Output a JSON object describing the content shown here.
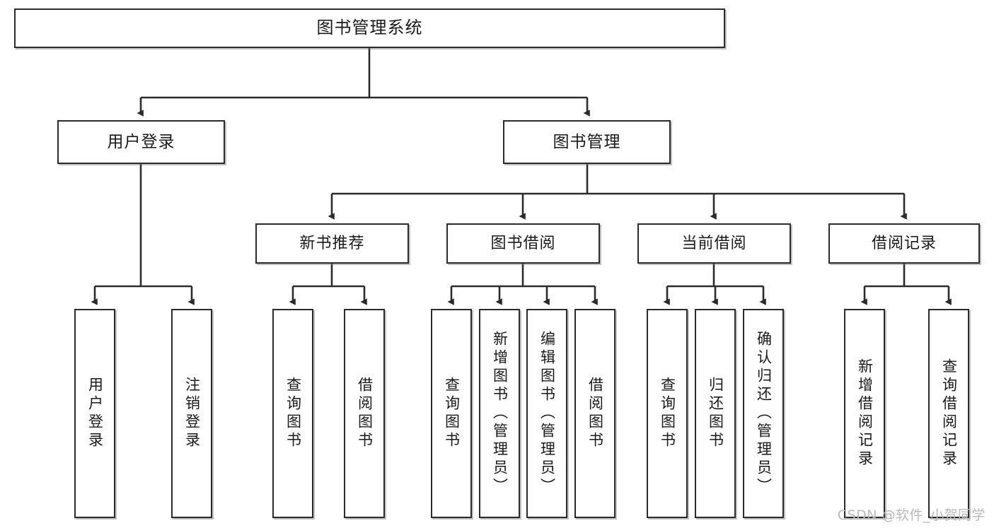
{
  "diagram": {
    "type": "tree-hierarchy",
    "title": "图书管理系统",
    "watermark": "CSDN @软件_小贺同学",
    "colors": {
      "box_stroke": "#2b2b2b",
      "box_fill": "#ffffff",
      "edge": "#2b2b2b",
      "text": "#1a1a1a",
      "watermark": "#b9b9b9",
      "background": "#ffffff"
    },
    "nodes": {
      "root": {
        "label": "图书管理系统"
      },
      "level2": [
        {
          "label": "用户登录"
        },
        {
          "label": "图书管理"
        }
      ],
      "level3": [
        {
          "label": "新书推荐"
        },
        {
          "label": "图书借阅"
        },
        {
          "label": "当前借阅"
        },
        {
          "label": "借阅记录"
        }
      ],
      "leaves": {
        "user_login": [
          {
            "label": "用户登录"
          },
          {
            "label": "注销登录"
          }
        ],
        "new_book_recommend": [
          {
            "label": "查询图书"
          },
          {
            "label": "借阅图书"
          }
        ],
        "book_borrow": [
          {
            "label": "查询图书"
          },
          {
            "label": "新增图书（管理员）"
          },
          {
            "label": "编辑图书（管理员）"
          },
          {
            "label": "借阅图书"
          }
        ],
        "current_borrow": [
          {
            "label": "查询图书"
          },
          {
            "label": "归还图书"
          },
          {
            "label": "确认归还（管理员）"
          }
        ],
        "borrow_record": [
          {
            "label": "新增借阅记录"
          },
          {
            "label": "查询借阅记录"
          }
        ]
      }
    }
  }
}
